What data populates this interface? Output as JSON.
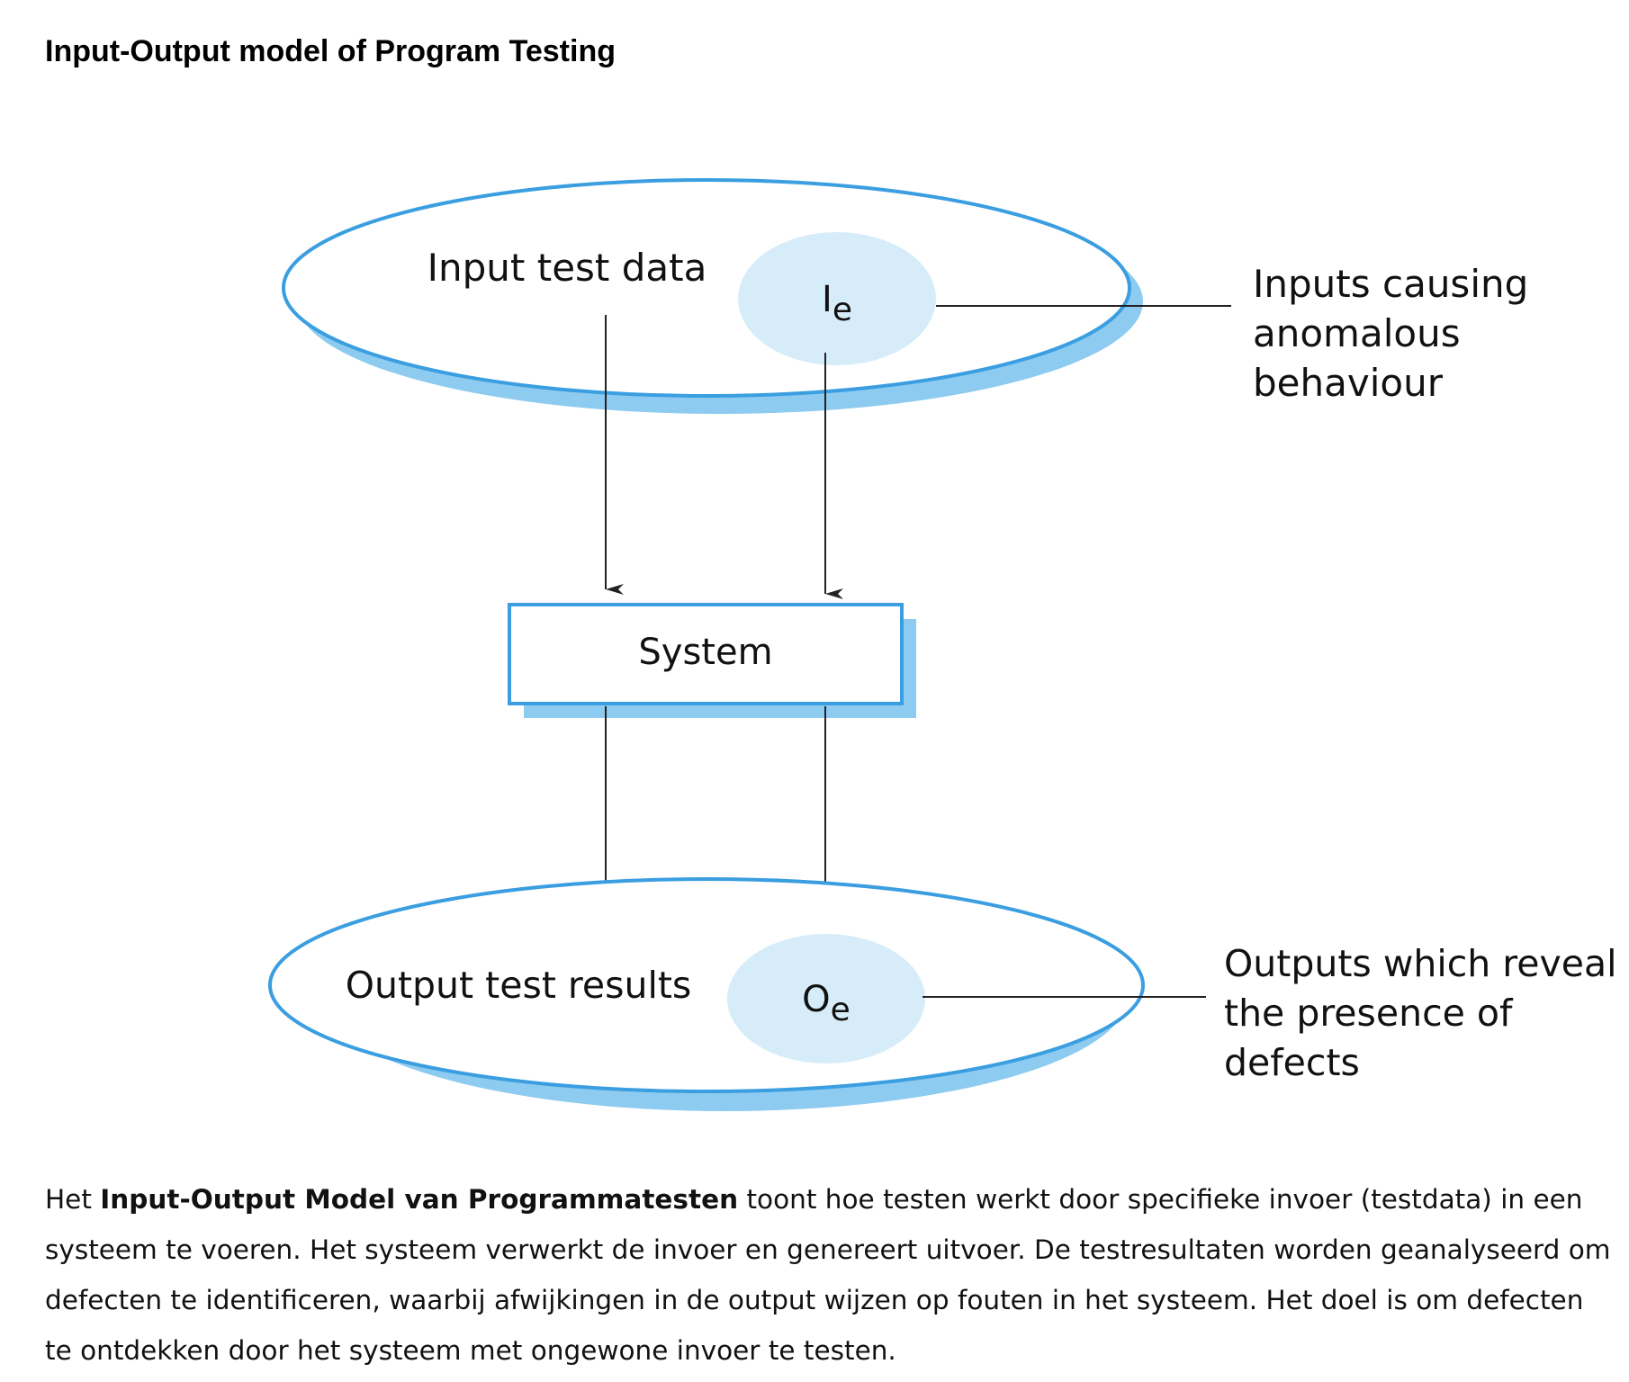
{
  "title": "Input-Output model of Program Testing",
  "diagram": {
    "input_set_label": "Input test data",
    "input_subset_main": "I",
    "input_subset_sub": "e",
    "input_subset_annotation": [
      "Inputs causing",
      "anomalous",
      "behaviour"
    ],
    "system_label": "System",
    "output_set_label": "Output test results",
    "output_subset_main": "O",
    "output_subset_sub": "e",
    "output_subset_annotation": [
      "Outputs which reveal",
      "the presence of",
      "defects"
    ],
    "colors": {
      "ellipse_stroke": "#3a9ee0",
      "shadow": "#8ecbf0",
      "subset_fill": "#d6edf9",
      "line": "#222222"
    }
  },
  "description": {
    "prefix": "Het ",
    "bold": "Input-Output Model van Programmatesten",
    "rest": " toont hoe testen werkt door specifieke invoer (testdata) in een systeem te voeren. Het systeem verwerkt de invoer en genereert uitvoer. De testresultaten worden geanalyseerd om defecten te identificeren, waarbij afwijkingen in de output wijzen op fouten in het systeem. Het doel is om defecten te ontdekken door het systeem met ongewone invoer te testen."
  }
}
